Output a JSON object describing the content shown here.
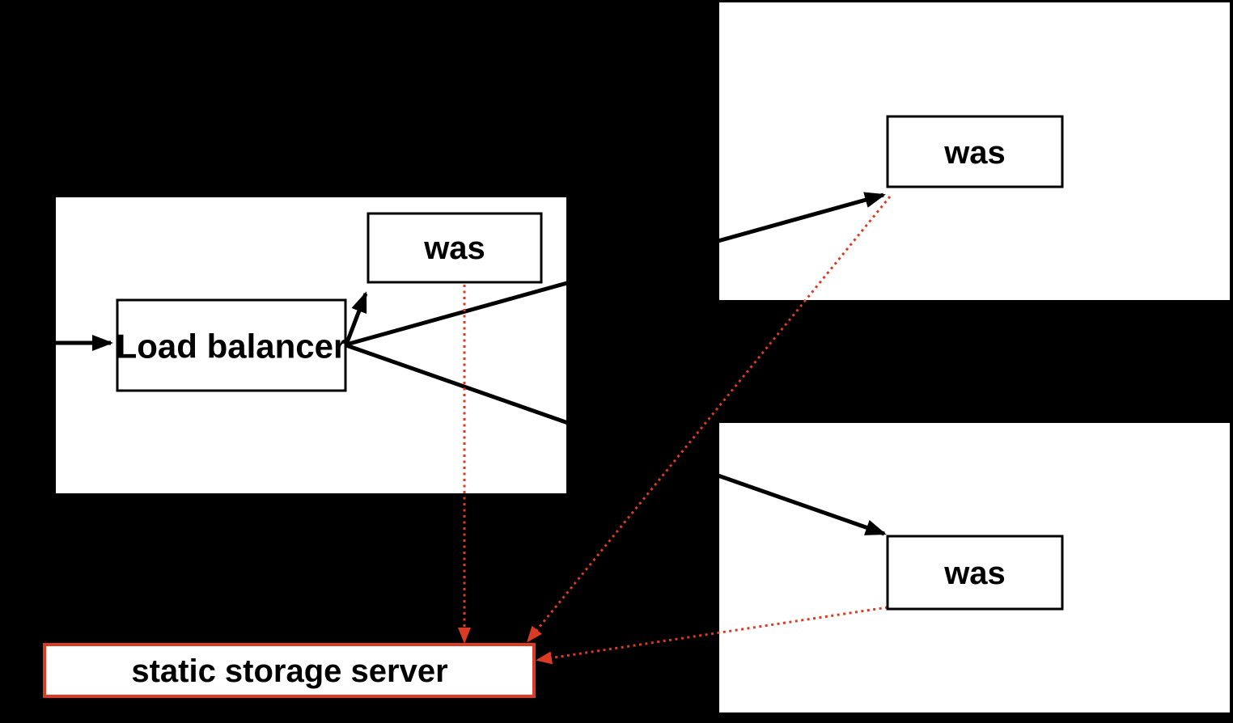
{
  "colors": {
    "background": "#000000",
    "panel": "#FFFFFF",
    "node_fill": "#FFFFFF",
    "node_border": "#000000",
    "red": "#DA3B22"
  },
  "nodes": {
    "load_balancer": {
      "label": "Load balancer"
    },
    "was_left": {
      "label": "was"
    },
    "was_top_right": {
      "label": "was"
    },
    "was_bottom_right": {
      "label": "was"
    },
    "static_storage": {
      "label": "static storage server"
    }
  },
  "edges": [
    {
      "from": "external",
      "to": "load_balancer",
      "style": "solid-black-arrow"
    },
    {
      "from": "load_balancer",
      "to": "was_left",
      "style": "solid-black-arrow"
    },
    {
      "from": "load_balancer",
      "to": "was_top_right",
      "style": "solid-black-arrow"
    },
    {
      "from": "load_balancer",
      "to": "was_bottom_right",
      "style": "solid-black-arrow"
    },
    {
      "from": "was_left",
      "to": "static_storage",
      "style": "dotted-red-arrow"
    },
    {
      "from": "was_top_right",
      "to": "static_storage",
      "style": "dotted-red-arrow"
    },
    {
      "from": "was_bottom_right",
      "to": "static_storage",
      "style": "dotted-red-arrow"
    }
  ]
}
